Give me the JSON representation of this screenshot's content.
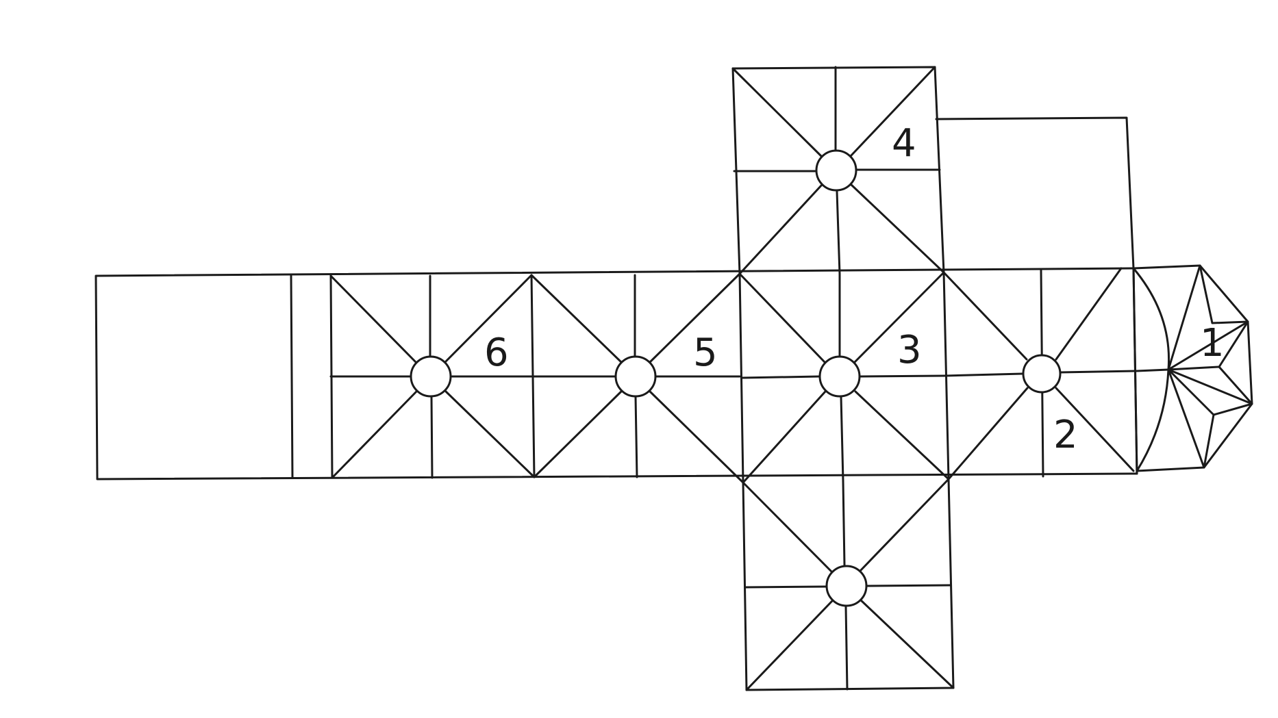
{
  "diagram": {
    "colors": {
      "background": "#ffffff",
      "line": "#1a1a1a"
    },
    "bay_labels": {
      "bay_1": "1",
      "bay_2": "2",
      "bay_3": "3",
      "bay_4": "4",
      "bay_5": "5",
      "bay_6": "6"
    }
  }
}
